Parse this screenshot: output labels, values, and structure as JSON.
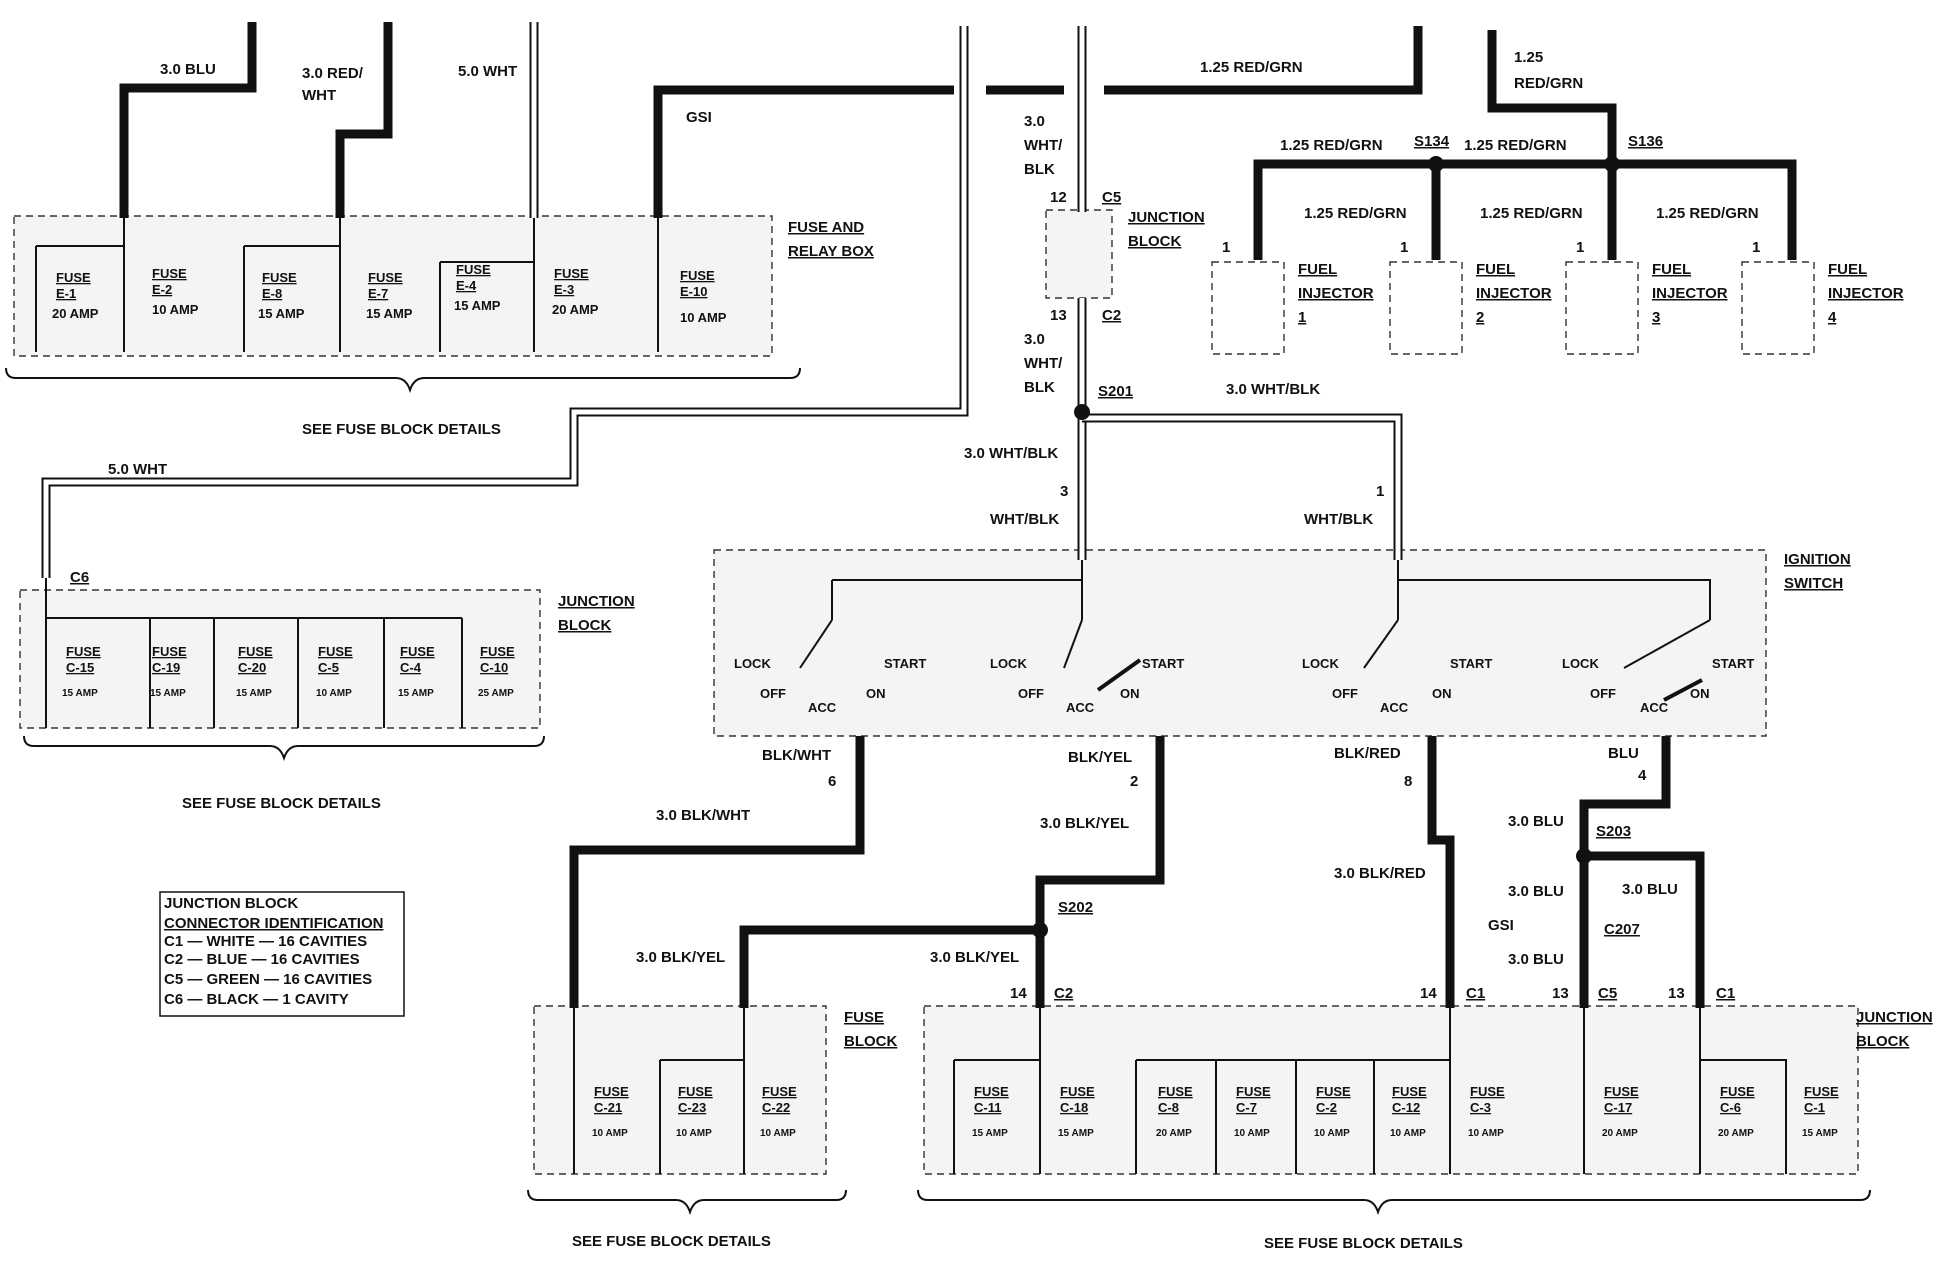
{
  "wires": {
    "w1": "3.0 BLU",
    "w2a": "3.0 RED/",
    "w2b": "WHT",
    "w3": "5.0 WHT",
    "gsi1": "GSI",
    "redgrn_top": "1.25 RED/GRN",
    "redgrn_r1": "1.25",
    "redgrn_r2": "RED/GRN",
    "wb1": "3.0",
    "wb2": "WHT/",
    "wb3": "BLK",
    "s134_l": "1.25 RED/GRN",
    "s134_r": "1.25 RED/GRN",
    "inj1": "1.25 RED/GRN",
    "inj2": "1.25 RED/GRN",
    "inj3": "1.25 RED/GRN",
    "wb_c2_1": "3.0",
    "wb_c2_2": "WHT/",
    "wb_c2_3": "BLK",
    "wb_s201_r": "3.0 WHT/BLK",
    "wb_s201_d": "3.0 WHT/BLK",
    "wht_blk_l": "WHT/BLK",
    "wht_blk_r": "WHT/BLK",
    "w5wht": "5.0 WHT",
    "blk_wht": "BLK/WHT",
    "blk_yel": "BLK/YEL",
    "blk_red": "BLK/RED",
    "blu": "BLU",
    "blk_wht_30": "3.0 BLK/WHT",
    "blk_yel_30": "3.0 BLK/YEL",
    "blk_red_30": "3.0 BLK/RED",
    "blu_30a": "3.0 BLU",
    "blu_30b": "3.0 BLU",
    "blu_30c": "3.0 BLU",
    "blu_30d": "3.0 BLU",
    "gsi2": "GSI",
    "blk_yel_30b": "3.0 BLK/YEL",
    "blk_yel_30c": "3.0 BLK/YEL"
  },
  "splices": {
    "s134": "S134",
    "s136": "S136",
    "s201": "S201",
    "s202": "S202",
    "s203": "S203"
  },
  "connectors": {
    "c5_top": "C5",
    "c2_top": "C2",
    "c6": "C6",
    "c207": "C207",
    "c2_bot": "C2",
    "c1_bot": "C1",
    "c5_bot": "C5",
    "c1_bot2": "C1"
  },
  "pins": {
    "p12": "12",
    "p13": "13",
    "p3": "3",
    "p1": "1",
    "p6": "6",
    "p2": "2",
    "p8": "8",
    "p4": "4",
    "p14a": "14",
    "p14b": "14",
    "p13a": "13",
    "p13b": "13",
    "inj_p1": "1",
    "inj_p2": "1",
    "inj_p3": "1",
    "inj_p4": "1"
  },
  "components": {
    "fuse_relay_1": "FUSE AND",
    "fuse_relay_2": "RELAY BOX",
    "jb_top_1": "JUNCTION",
    "jb_top_2": "BLOCK",
    "jb_left_1": "JUNCTION",
    "jb_left_2": "BLOCK",
    "ign_1": "IGNITION",
    "ign_2": "SWITCH",
    "fb_1": "FUSE",
    "fb_2": "BLOCK",
    "jb_br_1": "JUNCTION",
    "jb_br_2": "BLOCK"
  },
  "injectors": [
    {
      "l1": "FUEL",
      "l2": "INJECTOR",
      "l3": "1"
    },
    {
      "l1": "FUEL",
      "l2": "INJECTOR",
      "l3": "2"
    },
    {
      "l1": "FUEL",
      "l2": "INJECTOR",
      "l3": "3"
    },
    {
      "l1": "FUEL",
      "l2": "INJECTOR",
      "l3": "4"
    }
  ],
  "top_fuses": [
    {
      "name": "FUSE",
      "id": "E-1",
      "amp": "20 AMP"
    },
    {
      "name": "FUSE",
      "id": "E-2",
      "amp": "10 AMP"
    },
    {
      "name": "FUSE",
      "id": "E-8",
      "amp": "15 AMP"
    },
    {
      "name": "FUSE",
      "id": "E-7",
      "amp": "15 AMP"
    },
    {
      "name": "FUSE",
      "id": "E-4",
      "amp": "15 AMP"
    },
    {
      "name": "FUSE",
      "id": "E-3",
      "amp": "20 AMP"
    },
    {
      "name": "FUSE",
      "id": "E-10",
      "amp": "10 AMP"
    }
  ],
  "left_fuses": [
    {
      "name": "FUSE",
      "id": "C-15",
      "amp": "15 AMP"
    },
    {
      "name": "FUSE",
      "id": "C-19",
      "amp": "15 AMP"
    },
    {
      "name": "FUSE",
      "id": "C-20",
      "amp": "15 AMP"
    },
    {
      "name": "FUSE",
      "id": "C-5",
      "amp": "10 AMP"
    },
    {
      "name": "FUSE",
      "id": "C-4",
      "amp": "15 AMP"
    },
    {
      "name": "FUSE",
      "id": "C-10",
      "amp": "25 AMP"
    }
  ],
  "fb_fuses": [
    {
      "name": "FUSE",
      "id": "C-21",
      "amp": "10 AMP"
    },
    {
      "name": "FUSE",
      "id": "C-23",
      "amp": "10 AMP"
    },
    {
      "name": "FUSE",
      "id": "C-22",
      "amp": "10 AMP"
    }
  ],
  "jb_fuses": [
    {
      "name": "FUSE",
      "id": "C-11",
      "amp": "15 AMP"
    },
    {
      "name": "FUSE",
      "id": "C-18",
      "amp": "15 AMP"
    },
    {
      "name": "FUSE",
      "id": "C-8",
      "amp": "20 AMP"
    },
    {
      "name": "FUSE",
      "id": "C-7",
      "amp": "10 AMP"
    },
    {
      "name": "FUSE",
      "id": "C-2",
      "amp": "10 AMP"
    },
    {
      "name": "FUSE",
      "id": "C-12",
      "amp": "10 AMP"
    },
    {
      "name": "FUSE",
      "id": "C-3",
      "amp": "10 AMP"
    },
    {
      "name": "FUSE",
      "id": "C-17",
      "amp": "20 AMP"
    },
    {
      "name": "FUSE",
      "id": "C-6",
      "amp": "20 AMP"
    },
    {
      "name": "FUSE",
      "id": "C-1",
      "amp": "15 AMP"
    }
  ],
  "switch_labels": {
    "lock": "LOCK",
    "off": "OFF",
    "acc": "ACC",
    "on": "ON",
    "start": "START"
  },
  "see_details": {
    "top": "SEE FUSE BLOCK DETAILS",
    "left": "SEE FUSE BLOCK DETAILS",
    "fb": "SEE FUSE BLOCK DETAILS",
    "jb": "SEE FUSE BLOCK DETAILS"
  },
  "legend": {
    "title1": "JUNCTION BLOCK",
    "title2": "CONNECTOR IDENTIFICATION",
    "rows": [
      "C1 — WHITE — 16 CAVITIES",
      "C2 — BLUE — 16 CAVITIES",
      "C5 — GREEN — 16 CAVITIES",
      "C6 — BLACK — 1 CAVITY"
    ]
  }
}
